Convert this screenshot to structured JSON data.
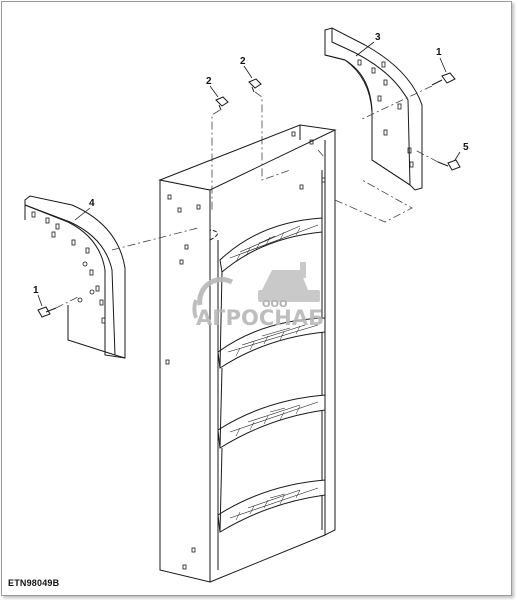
{
  "diagram": {
    "callouts": {
      "c1_top": "1",
      "c2_left": "2",
      "c2_right": "2",
      "c3": "3",
      "c4": "4",
      "c5": "5",
      "c1_left": "1"
    },
    "reference_code": "ETN98049B"
  },
  "watermark": {
    "company_prefix": "ООО",
    "company_name": "АГРОСНАБ",
    "color": "#b8b8b8"
  },
  "colors": {
    "line": "#1a1a1a",
    "dashed": "#444444",
    "background": "#ffffff"
  }
}
